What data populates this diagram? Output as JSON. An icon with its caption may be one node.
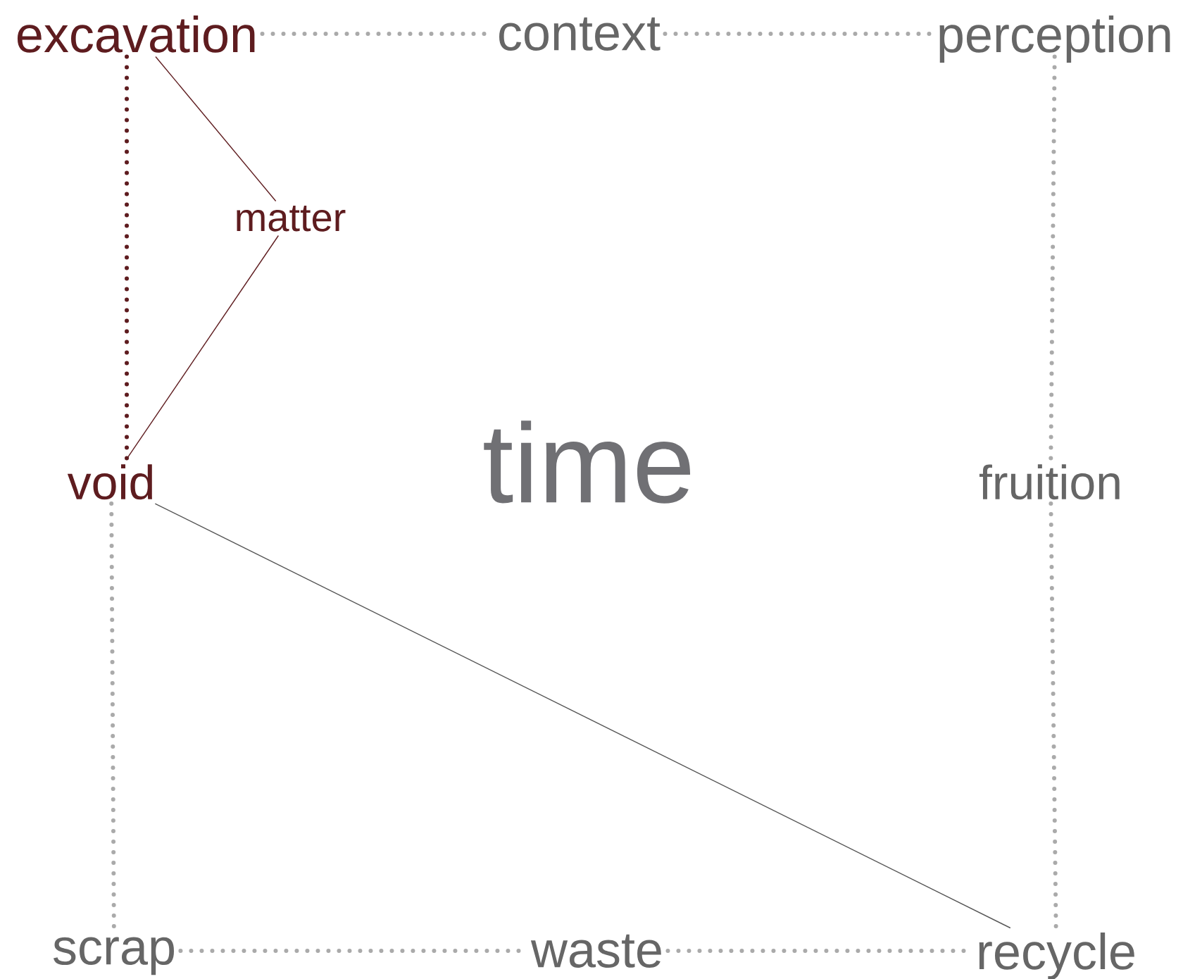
{
  "diagram": {
    "nodes": [
      {
        "text": [
          "excavation"
        ]
      },
      {
        "text": [
          "context"
        ]
      },
      {
        "text": [
          "perception"
        ]
      },
      {
        "text": [
          "matter"
        ]
      },
      {
        "text": [
          "void"
        ]
      },
      {
        "text": [
          "fruition"
        ]
      },
      {
        "text": [
          "scrap"
        ]
      },
      {
        "text": [
          "waste"
        ]
      },
      {
        "text": [
          "recycle"
        ]
      }
    ],
    "edges": [
      {
        "from": 0,
        "to": 1,
        "arrow": "none",
        "style": "dashed"
      },
      {
        "from": 1,
        "to": 2,
        "arrow": "none",
        "style": "dashed"
      },
      {
        "from": 0,
        "to": 4,
        "arrow": "none",
        "style": "dashed",
        "color": "#5e1c1f"
      },
      {
        "from": 0,
        "to": 3,
        "arrow": "none",
        "color": "#5e1c1f"
      },
      {
        "from": 3,
        "to": 4,
        "arrow": "none",
        "color": "#5e1c1f"
      },
      {
        "from": 2,
        "to": 5,
        "arrow": "none",
        "style": "dashed"
      },
      {
        "from": 4,
        "to": 6,
        "arrow": "none",
        "style": "dashed"
      },
      {
        "from": 4,
        "to": 8,
        "arrow": "none"
      },
      {
        "from": 5,
        "to": 8,
        "arrow": "none",
        "style": "dashed"
      },
      {
        "from": 6,
        "to": 7,
        "arrow": "none",
        "style": "dashed"
      },
      {
        "from": 7,
        "to": 8,
        "arrow": "none",
        "style": "dashed"
      }
    ],
    "labels": [
      "time"
    ]
  }
}
